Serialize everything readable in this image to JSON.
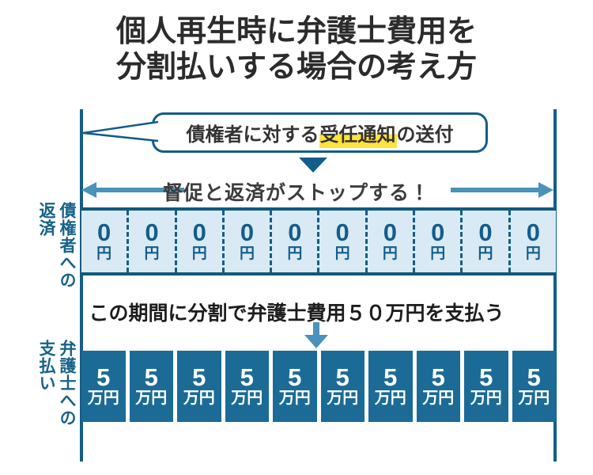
{
  "title": {
    "line1": "個人再生時に弁護士費用を",
    "line2": "分割払いする場合の考え方"
  },
  "callout": {
    "prefix": "債権者に対する",
    "highlight": "受任通知",
    "suffix": "の送付"
  },
  "stop_banner": {
    "text": "督促と返済がストップする！"
  },
  "period_note": {
    "text": "この期間に分割で弁護士費用５０万円を支払う"
  },
  "rows": {
    "creditor": {
      "label": "債権者への\n返済",
      "cells": [
        {
          "amount": "0",
          "unit": "円"
        },
        {
          "amount": "0",
          "unit": "円"
        },
        {
          "amount": "0",
          "unit": "円"
        },
        {
          "amount": "0",
          "unit": "円"
        },
        {
          "amount": "0",
          "unit": "円"
        },
        {
          "amount": "0",
          "unit": "円"
        },
        {
          "amount": "0",
          "unit": "円"
        },
        {
          "amount": "0",
          "unit": "円"
        },
        {
          "amount": "0",
          "unit": "円"
        },
        {
          "amount": "0",
          "unit": "円"
        }
      ]
    },
    "lawyer": {
      "label": "弁護士への\n支払い",
      "cells": [
        {
          "amount": "5",
          "unit": "万円"
        },
        {
          "amount": "5",
          "unit": "万円"
        },
        {
          "amount": "5",
          "unit": "万円"
        },
        {
          "amount": "5",
          "unit": "万円"
        },
        {
          "amount": "5",
          "unit": "万円"
        },
        {
          "amount": "5",
          "unit": "万円"
        },
        {
          "amount": "5",
          "unit": "万円"
        },
        {
          "amount": "5",
          "unit": "万円"
        },
        {
          "amount": "5",
          "unit": "万円"
        },
        {
          "amount": "5",
          "unit": "万円"
        }
      ]
    }
  },
  "colors": {
    "dark_blue": "#135d8a",
    "cell_blue": "#1b6b96",
    "light_blue_bg": "#d9eaf4",
    "arrow_blue": "#4b92ba",
    "highlight_yellow": "#ffe33e",
    "title_text": "#2b2b2b",
    "body_text": "#3d3d3d"
  }
}
